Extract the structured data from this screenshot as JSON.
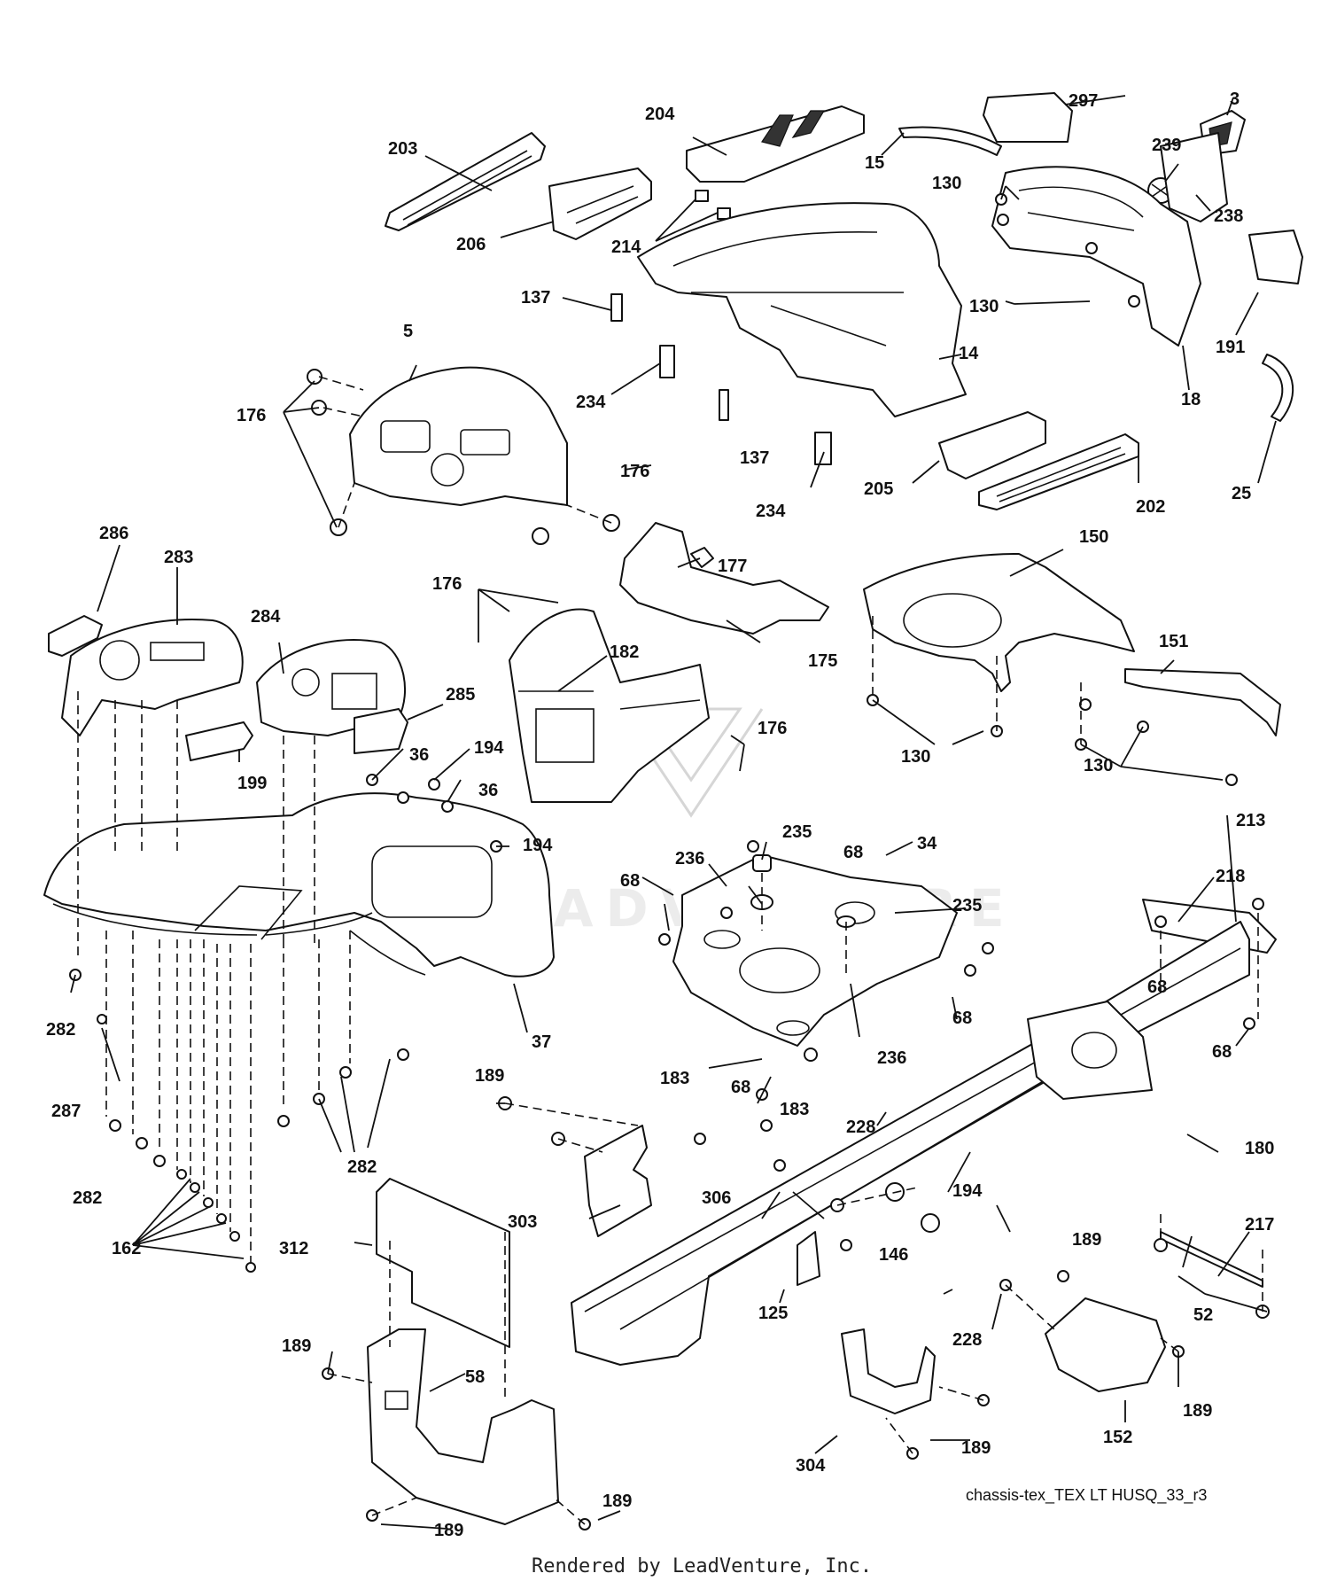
{
  "drawing_id": "chassis-tex_TEX LT HUSQ_33_r3",
  "footer": "Rendered by LeadVenture, Inc.",
  "watermark_text": "LEADVENTURE",
  "callouts": {
    "c203": "203",
    "c204": "204",
    "c297": "297",
    "c3": "3",
    "c15": "15",
    "c239": "239",
    "c130a": "130",
    "c238": "238",
    "c206": "206",
    "c214": "214",
    "c137a": "137",
    "c130b": "130",
    "c5": "5",
    "c191": "191",
    "c14": "14",
    "c176a": "176",
    "c18": "18",
    "c234a": "234",
    "c137b": "137",
    "c176b": "176",
    "c234b": "234",
    "c205": "205",
    "c202": "202",
    "c25": "25",
    "c286": "286",
    "c150": "150",
    "c283": "283",
    "c177": "177",
    "c176c": "176",
    "c284": "284",
    "c182": "182",
    "c175": "175",
    "c151": "151",
    "c285": "285",
    "c176d": "176",
    "c130c": "130",
    "c130d": "130",
    "c36a": "36",
    "c194a": "194",
    "c199": "199",
    "c36b": "36",
    "c235a": "235",
    "c194b": "194",
    "c68a": "68",
    "c34": "34",
    "c236a": "236",
    "c213": "213",
    "c68b": "68",
    "c218": "218",
    "c235b": "235",
    "c282a": "282",
    "c68c": "68",
    "c68d": "68",
    "c37": "37",
    "c236b": "236",
    "c68e": "68",
    "c183a": "183",
    "c68f": "68",
    "c287": "287",
    "c189a": "189",
    "c183b": "183",
    "c228a": "228",
    "c180": "180",
    "c282b": "282",
    "c282c": "282",
    "c194c": "194",
    "c306": "306",
    "c217": "217",
    "c303": "303",
    "c162": "162",
    "c312": "312",
    "c146": "146",
    "c189b": "189",
    "c52": "52",
    "c125": "125",
    "c228b": "228",
    "c189c": "189",
    "c58": "58",
    "c189d": "189",
    "c152": "152",
    "c189e": "189",
    "c304": "304",
    "c189f": "189",
    "c189g": "189"
  }
}
